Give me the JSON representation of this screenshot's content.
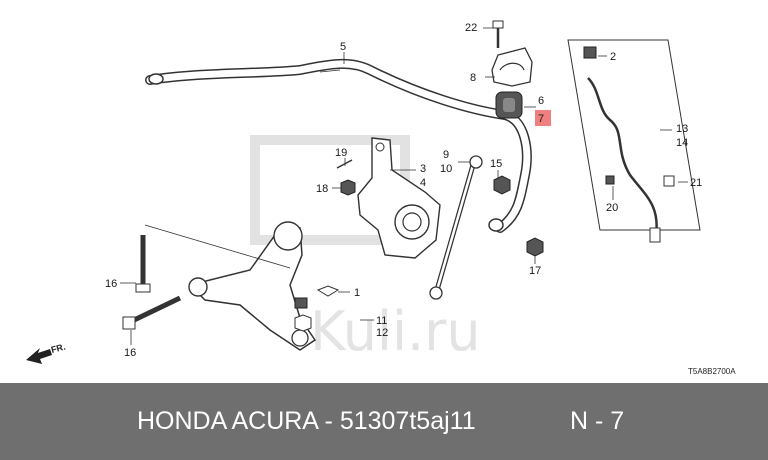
{
  "diagram": {
    "labels": {
      "l1": "1",
      "l2": "2",
      "l3": "3",
      "l4": "4",
      "l5": "5",
      "l6": "6",
      "l7": "7",
      "l8": "8",
      "l9": "9",
      "l10": "10",
      "l11": "11",
      "l12": "12",
      "l13": "13",
      "l14": "14",
      "l15": "15",
      "l16a": "16",
      "l16b": "16",
      "l17": "17",
      "l18": "18",
      "l19": "19",
      "l20": "20",
      "l21": "21",
      "l22": "22"
    },
    "front_arrow": "FR.",
    "diagram_code": "T5A8B2700A",
    "watermark": "Kuli.ru",
    "highlight_color": "#f08080"
  },
  "caption": {
    "title": "HONDA ACURA - 51307t5aj11",
    "number": "N - 7"
  }
}
